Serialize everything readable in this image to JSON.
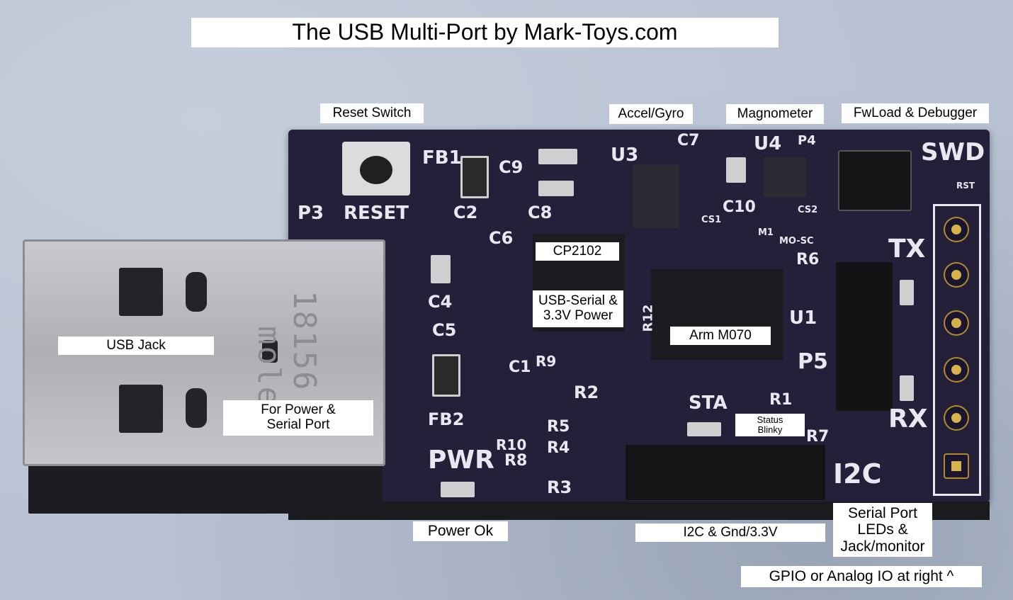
{
  "title": "The USB Multi-Port by Mark-Toys.com",
  "callouts": {
    "reset_switch": "Reset Switch",
    "accel_gyro": "Accel/Gyro",
    "magnometer": "Magnometer",
    "fwload": "FwLoad & Debugger",
    "cp2102": "CP2102",
    "usb_serial": "USB-Serial &\n3.3V Power",
    "usb_jack": "USB Jack",
    "for_power": "For Power &\nSerial Port",
    "arm": "Arm M070",
    "status": "Status\nBlinky",
    "power_ok": "Power Ok",
    "i2c_gnd": "I2C & Gnd/3.3V",
    "serial_leds": "Serial Port\nLEDs  &\nJack/monitor",
    "gpio": "GPIO or Analog IO at right   ^"
  },
  "silkscreen": {
    "fb1": "FB1",
    "c9": "C9",
    "u3": "U3",
    "c7": "C7",
    "u4": "U4",
    "p4": "P4",
    "swd": "SWD",
    "rst": "RST",
    "p3": "P3",
    "reset": "RESET",
    "c2": "C2",
    "c8": "C8",
    "c10": "C10",
    "cs1": "CS1",
    "cs2": "CS2",
    "m1": "M1",
    "mo_sc": "MO-SC",
    "c6": "C6",
    "r6": "R6",
    "tx": "TX",
    "c4": "C4",
    "c5": "C5",
    "u1": "U1",
    "r12": "R12",
    "c1": "C1",
    "r9": "R9",
    "p5": "P5",
    "r2": "R2",
    "sta": "STA",
    "r1": "R1",
    "fb2": "FB2",
    "r5": "R5",
    "r4": "R4",
    "rx": "RX",
    "r7": "R7",
    "pwr": "PWR",
    "r10": "R10",
    "r8": "R8",
    "r3": "R3",
    "i2c": "I2C",
    "molex": "molex",
    "part": "18156"
  },
  "colors": {
    "board": "#24203a",
    "usb_metal": "#b7b8bd",
    "gold": "#d7b24a",
    "silk": "#e8e8f0"
  }
}
